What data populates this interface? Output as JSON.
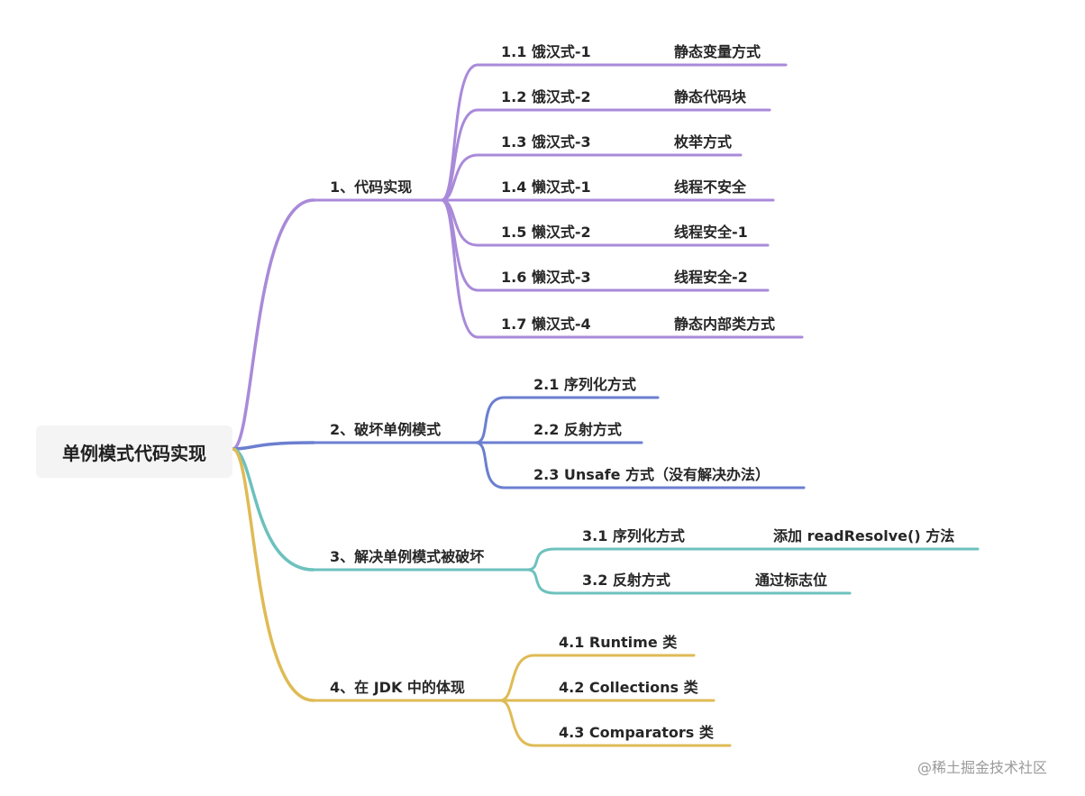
{
  "root": {
    "label": "单例模式代码实现"
  },
  "watermark": "@稀土掘金技术社区",
  "colors": {
    "purple": "#a98ad9",
    "blue": "#6b7fd0",
    "teal": "#6cc1bd",
    "gold": "#dfbb55"
  },
  "branches": [
    {
      "label": "1、代码实现",
      "color": "purple",
      "children": [
        {
          "label": "1.1 饿汉式-1",
          "note": "静态变量方式"
        },
        {
          "label": "1.2 饿汉式-2",
          "note": "静态代码块"
        },
        {
          "label": "1.3 饿汉式-3",
          "note": "枚举方式"
        },
        {
          "label": "1.4 懒汉式-1",
          "note": "线程不安全"
        },
        {
          "label": "1.5 懒汉式-2",
          "note": "线程安全-1"
        },
        {
          "label": "1.6 懒汉式-3",
          "note": "线程安全-2"
        },
        {
          "label": "1.7 懒汉式-4",
          "note": "静态内部类方式"
        }
      ]
    },
    {
      "label": "2、破坏单例模式",
      "color": "blue",
      "children": [
        {
          "label": "2.1 序列化方式"
        },
        {
          "label": "2.2 反射方式"
        },
        {
          "label": "2.3 Unsafe 方式（没有解决办法）"
        }
      ]
    },
    {
      "label": "3、解决单例模式被破坏",
      "color": "teal",
      "children": [
        {
          "label": "3.1 序列化方式",
          "note": "添加 readResolve() 方法"
        },
        {
          "label": "3.2 反射方式",
          "note": "通过标志位"
        }
      ]
    },
    {
      "label": "4、在 JDK 中的体现",
      "color": "gold",
      "children": [
        {
          "label": "4.1 Runtime 类"
        },
        {
          "label": "4.2 Collections 类"
        },
        {
          "label": "4.3 Comparators 类"
        }
      ]
    }
  ]
}
